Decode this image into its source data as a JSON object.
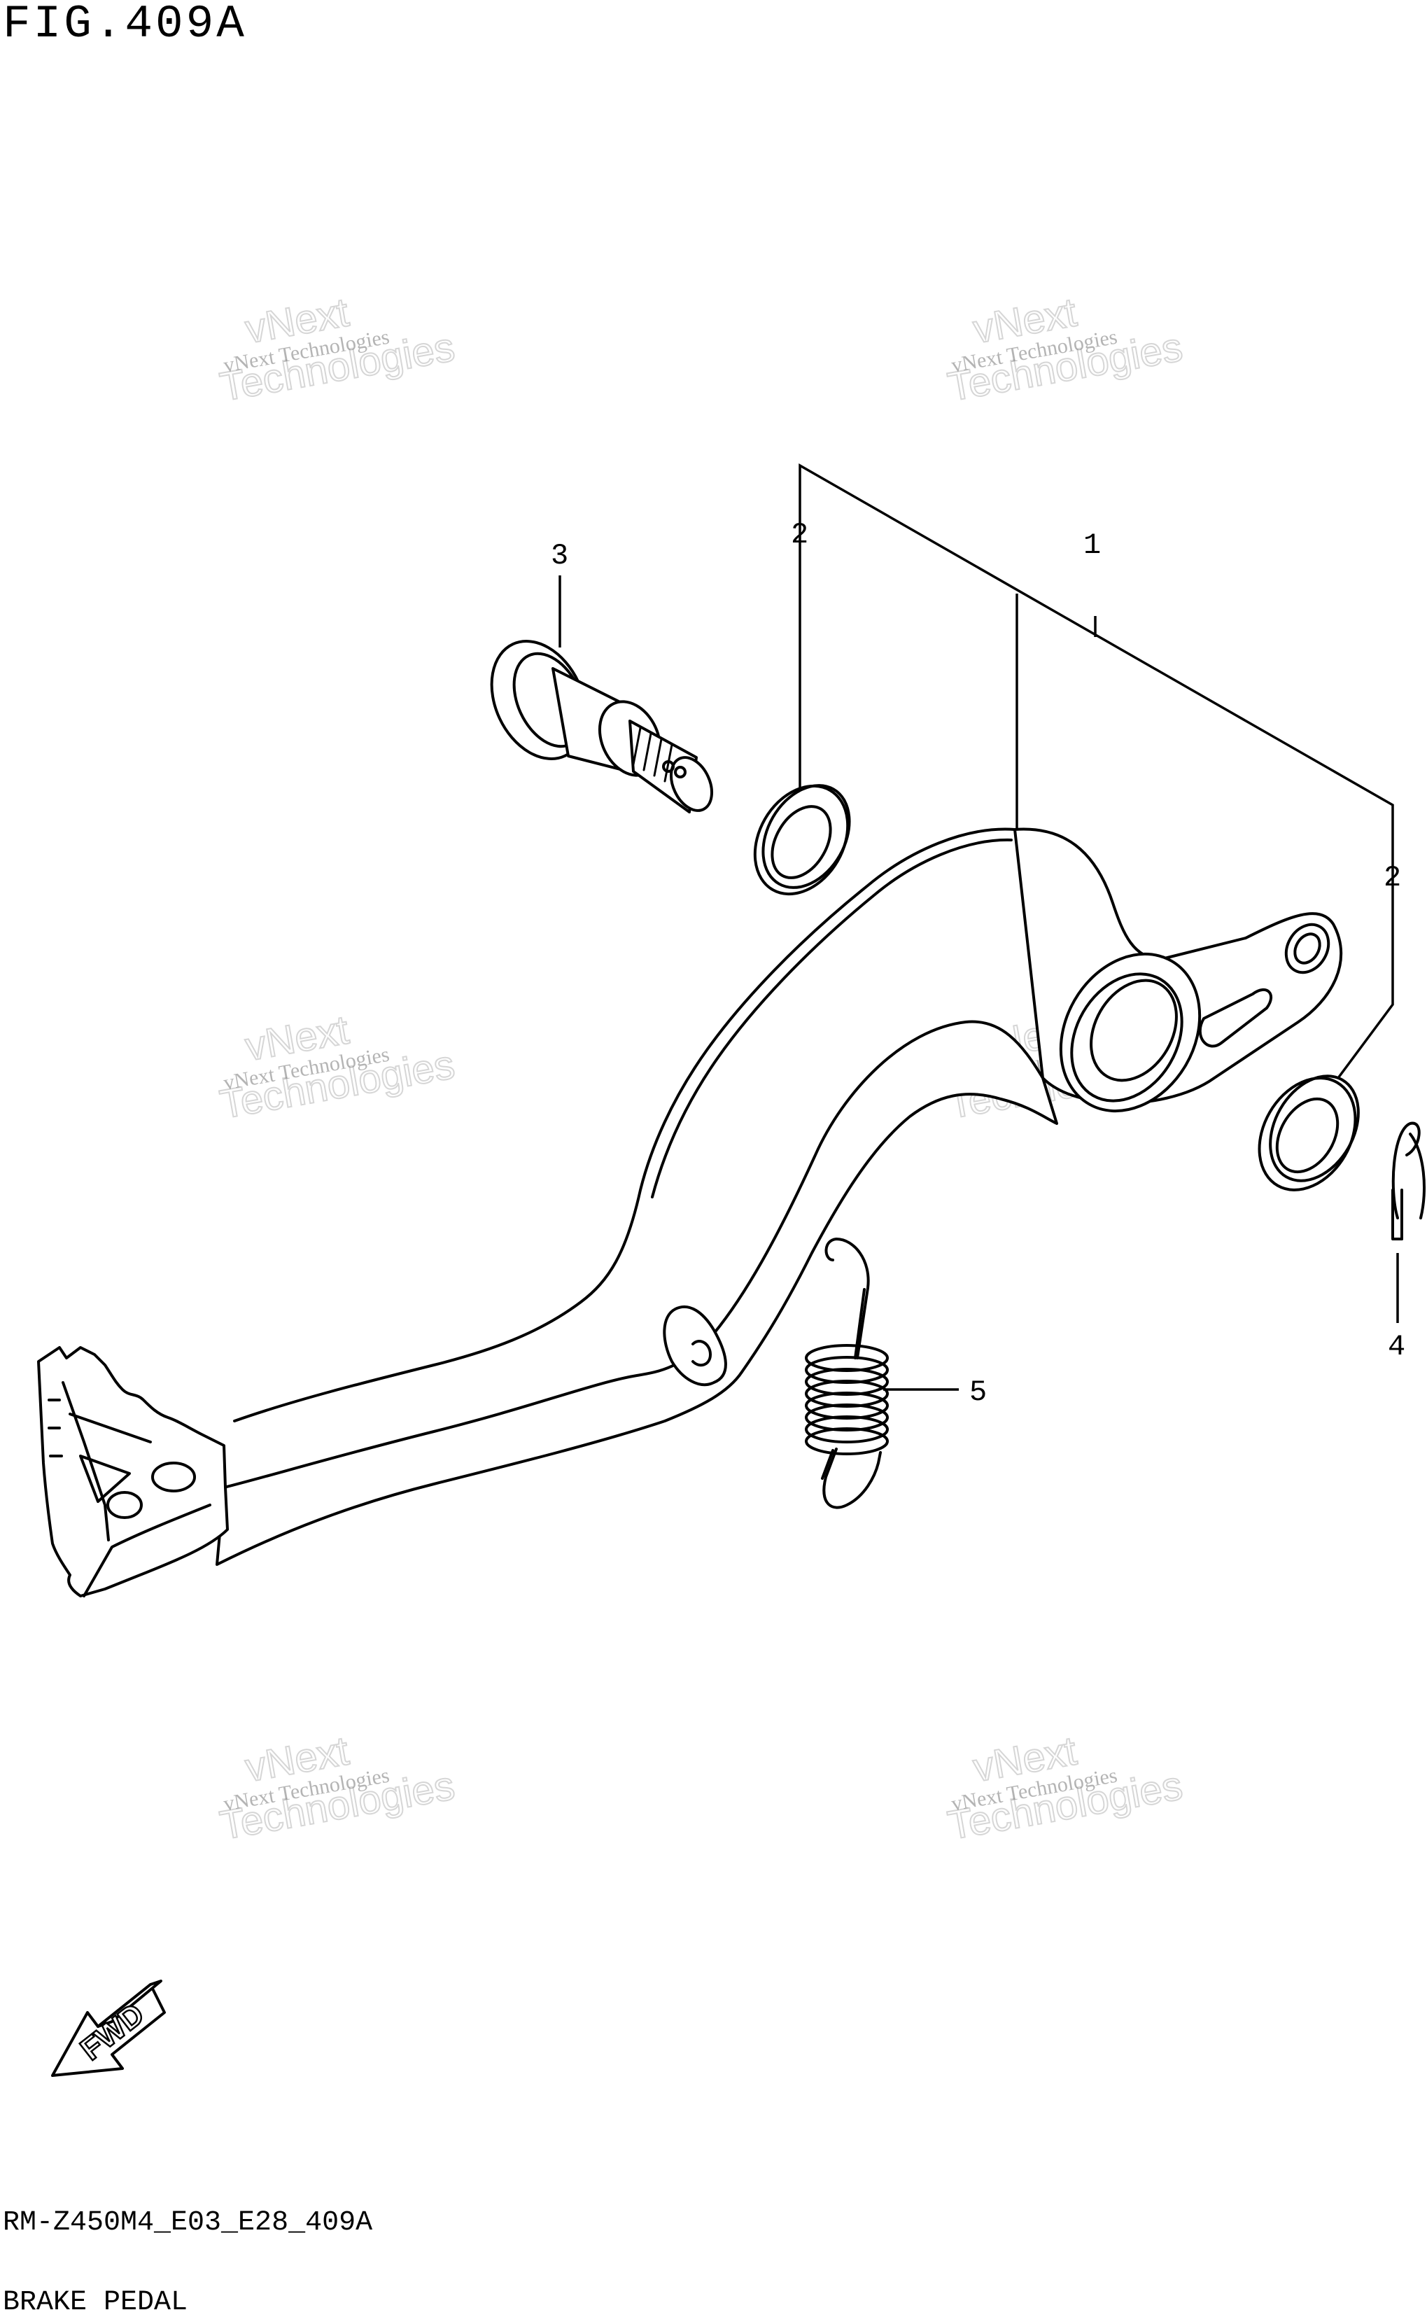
{
  "header": {
    "figure_label": "FIG.409A"
  },
  "footer": {
    "model_code": "RM-Z450M4_E03_E28_409A",
    "section_title": "BRAKE PEDAL"
  },
  "callouts": [
    {
      "id": "1",
      "label": "1"
    },
    {
      "id": "2a",
      "label": "2"
    },
    {
      "id": "2b",
      "label": "2"
    },
    {
      "id": "3",
      "label": "3"
    },
    {
      "id": "4",
      "label": "4"
    },
    {
      "id": "5",
      "label": "5"
    }
  ],
  "watermark": {
    "line1": "vNext Technologies",
    "line2": "vNext",
    "line3": "Technologies"
  },
  "direction_indicator": {
    "label": "FWD",
    "icon": "fwd-arrow-icon"
  }
}
